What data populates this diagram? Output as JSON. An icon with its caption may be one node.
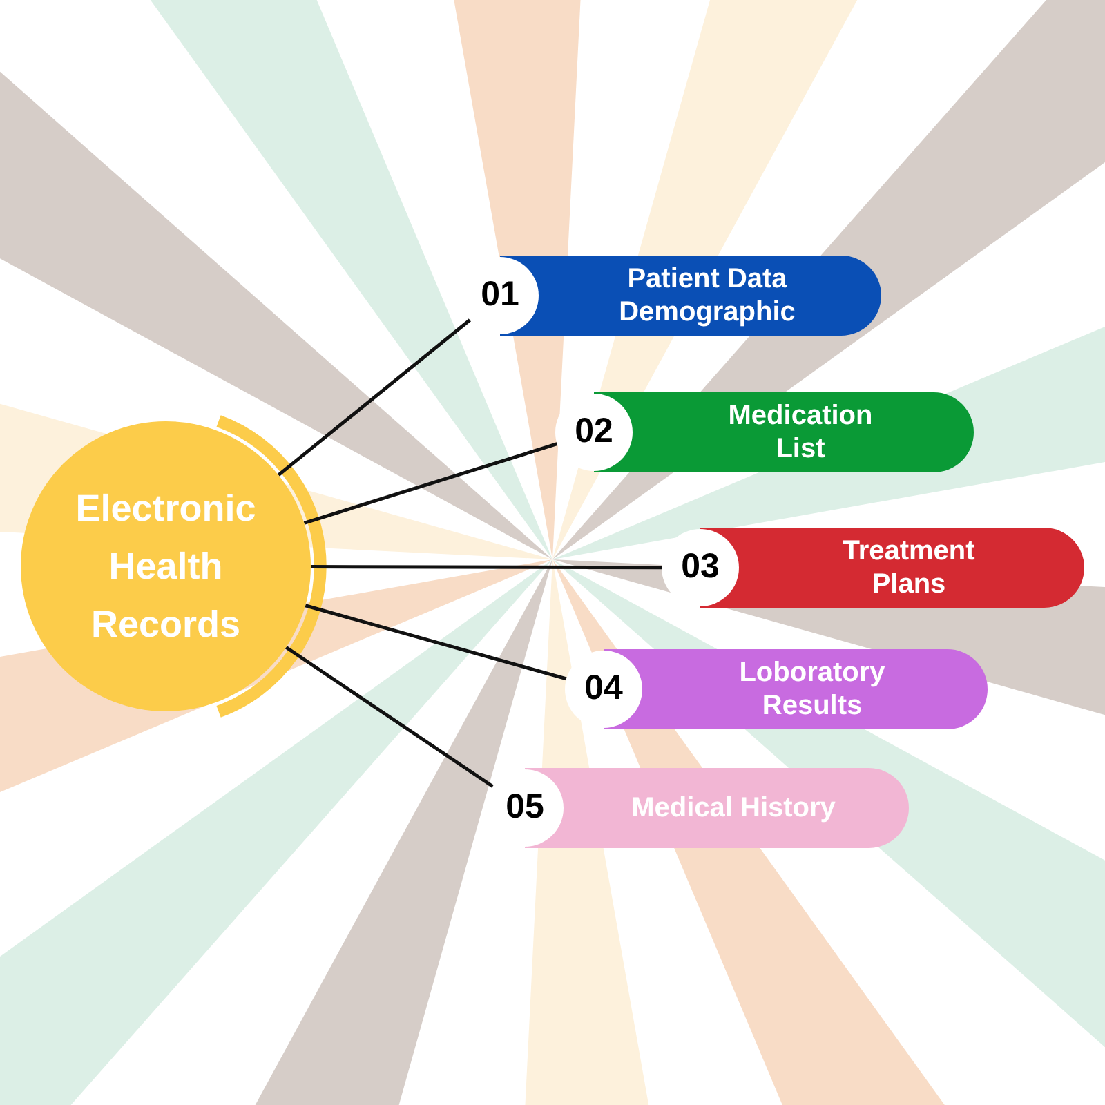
{
  "diagram": {
    "nodes": [
      {
        "text": [
          "Electronic Health Records"
        ]
      },
      {
        "text": [
          "01",
          "Patient Data Demographic"
        ]
      },
      {
        "text": [
          "02",
          "Medication List"
        ]
      },
      {
        "text": [
          "03",
          "Treatment Plans"
        ]
      },
      {
        "text": [
          "04",
          "Loboratory Results"
        ]
      },
      {
        "text": [
          "05",
          "Medical History"
        ]
      }
    ],
    "edges": [
      {
        "from": 0,
        "to": 1,
        "arrow": "none"
      },
      {
        "from": 0,
        "to": 2,
        "arrow": "none"
      },
      {
        "from": 0,
        "to": 3,
        "arrow": "none"
      },
      {
        "from": 0,
        "to": 4,
        "arrow": "none"
      },
      {
        "from": 0,
        "to": 5,
        "arrow": "none"
      }
    ]
  }
}
